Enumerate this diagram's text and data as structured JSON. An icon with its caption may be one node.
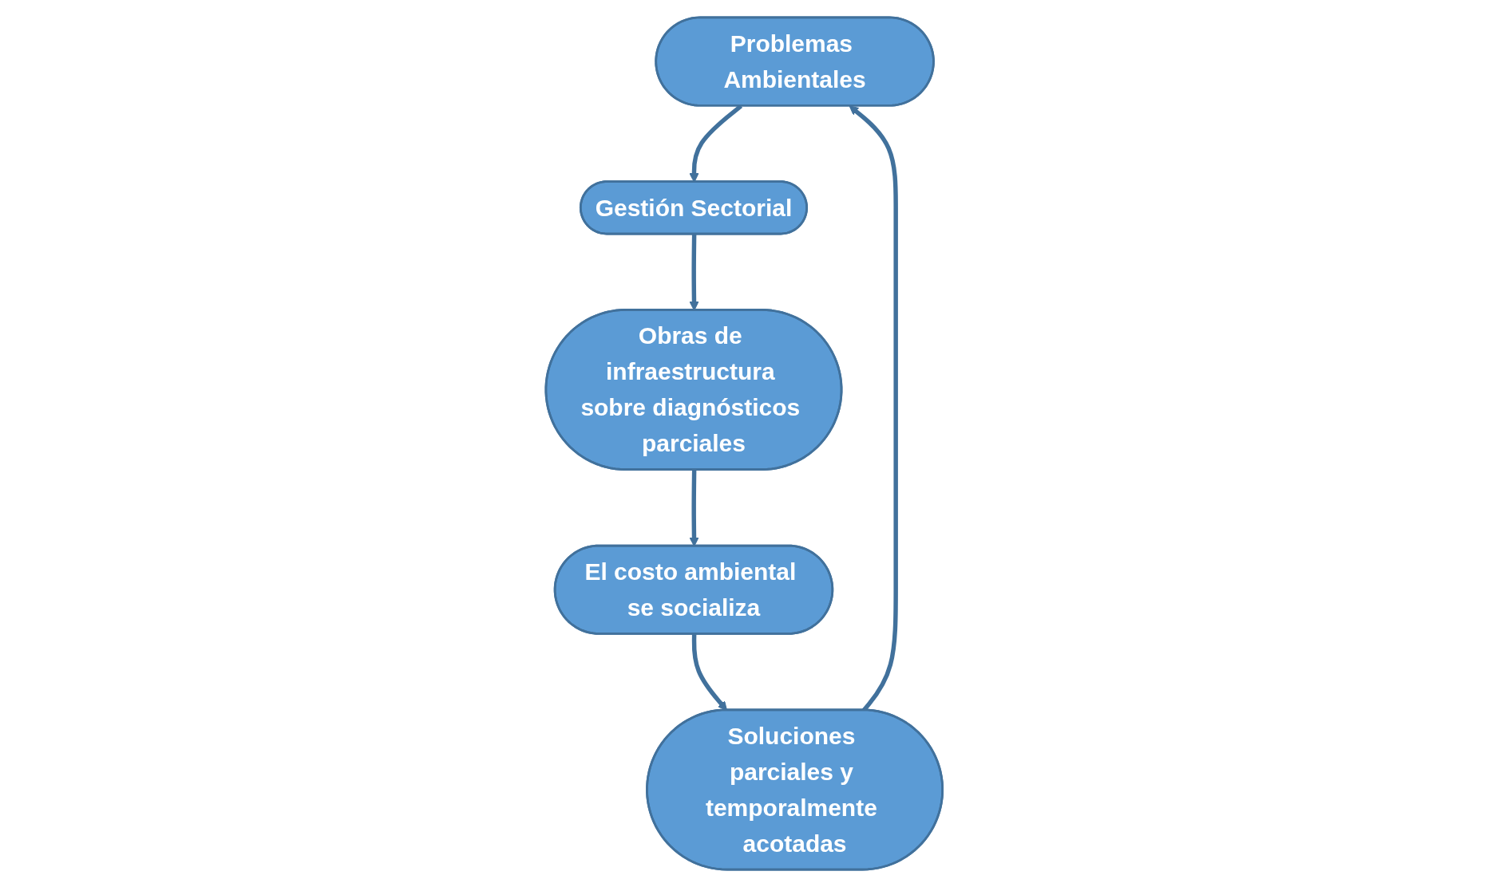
{
  "diagram": {
    "nodes": [
      {
        "text": [
          "Problemas Ambientales"
        ]
      },
      {
        "text": [
          "Gestión Sectorial"
        ]
      },
      {
        "text": [
          "Obras de infraestructura sobre diagnósticos parciales"
        ]
      },
      {
        "text": [
          "El costo ambiental se socializa"
        ]
      },
      {
        "text": [
          "Soluciones parciales y temporalmente acotadas"
        ]
      }
    ],
    "edges": [
      {
        "from": 0,
        "to": 1,
        "arrow": "to"
      },
      {
        "from": 1,
        "to": 2,
        "arrow": "to"
      },
      {
        "from": 2,
        "to": 3,
        "arrow": "to"
      },
      {
        "from": 3,
        "to": 4,
        "arrow": "to"
      },
      {
        "from": 4,
        "to": 0,
        "arrow": "to"
      }
    ]
  }
}
